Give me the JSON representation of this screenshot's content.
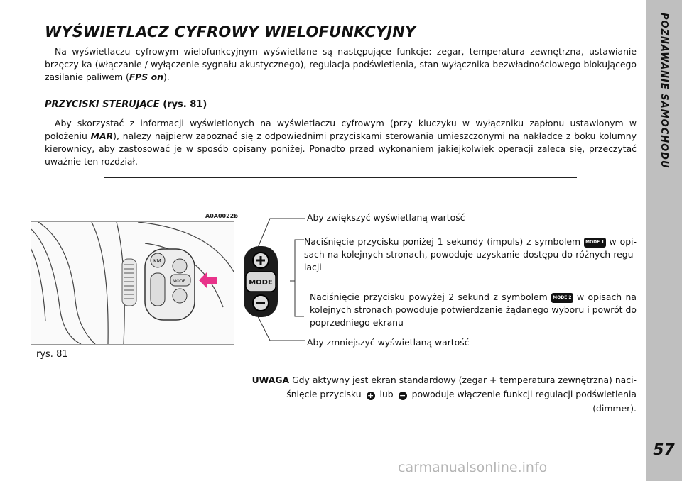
{
  "sidebar": {
    "section_title": "POZNAWANIE SAMOCHODU",
    "page_number": "57"
  },
  "heading": "WYŚWIETLACZ CYFROWY WIELOFUNKCYJNY",
  "intro": {
    "text": "Na wyświetlaczu cyfrowym wielofunkcyjnym wyświetlane są następujące funkcje: zegar, temperatura zewnętrzna, ustawianie brzęczy-ka (włączanie / wyłączenie sygnału akustycznego), regulacja podświetlenia, stan wyłącznika bezwładnościowego blokującego zasilanie paliwem (",
    "bold": "FPS on",
    "end": ")."
  },
  "subsection": {
    "title": "PRZYCISKI STERUJĄCE",
    "ref": "(rys. 81)"
  },
  "body": {
    "part1": "Aby skorzystać z informacji wyświetlonych na wyświetlaczu cyfrowym (przy kluczyku w wyłączniku zapłonu ustawionym w położeniu ",
    "bold": "MAR",
    "part2": "), należy najpierw zapoznać się z odpowiednimi przyciskami sterowania umieszczonymi na nakładce z boku kolumny kierownicy, aby zastosować je w sposób opisany poniżej. Ponadto przed wykonaniem jakiejkolwiek operacji zaleca się, przeczytać uważnie ten rozdział."
  },
  "figure": {
    "code": "A0A0022b",
    "caption": "rys. 81",
    "button_labels": {
      "km": "KM",
      "mode": "MODE"
    }
  },
  "control": {
    "mode_label": "MODE",
    "plus": "+",
    "minus": "−"
  },
  "labels": {
    "increase": "Aby zwiększyć wyświetlaną wartość",
    "press_short_a": "Naciśnięcie przycisku poniżej 1 sekundy (impuls) z symbolem",
    "mode1": "MODE 1",
    "press_short_b": "w opi-sach na kolejnych stronach, powoduje uzyskanie dostępu do różnych regu-lacji",
    "press_long_a": "Naciśnięcie przycisku powyżej 2 sekund z symbolem",
    "mode2": "MODE 2",
    "press_long_b": "w opisach na kolejnych stronach powoduje potwierdzenie żądanego wyboru i powrót do poprzedniego ekranu",
    "decrease": "Aby zmniejszyć wyświetlaną wartość"
  },
  "note": {
    "keyword": "UWAGA",
    "text1": "Gdy aktywny jest ekran standardowy (zegar + temperatura zewnętrzna) naci-śnięcie przycisku",
    "plus": "+",
    "or": "lub",
    "minus": "−",
    "text2": "powoduje włączenie funkcji regulacji podświetlenia (dimmer)."
  },
  "watermark": "carmanualsonline.info"
}
